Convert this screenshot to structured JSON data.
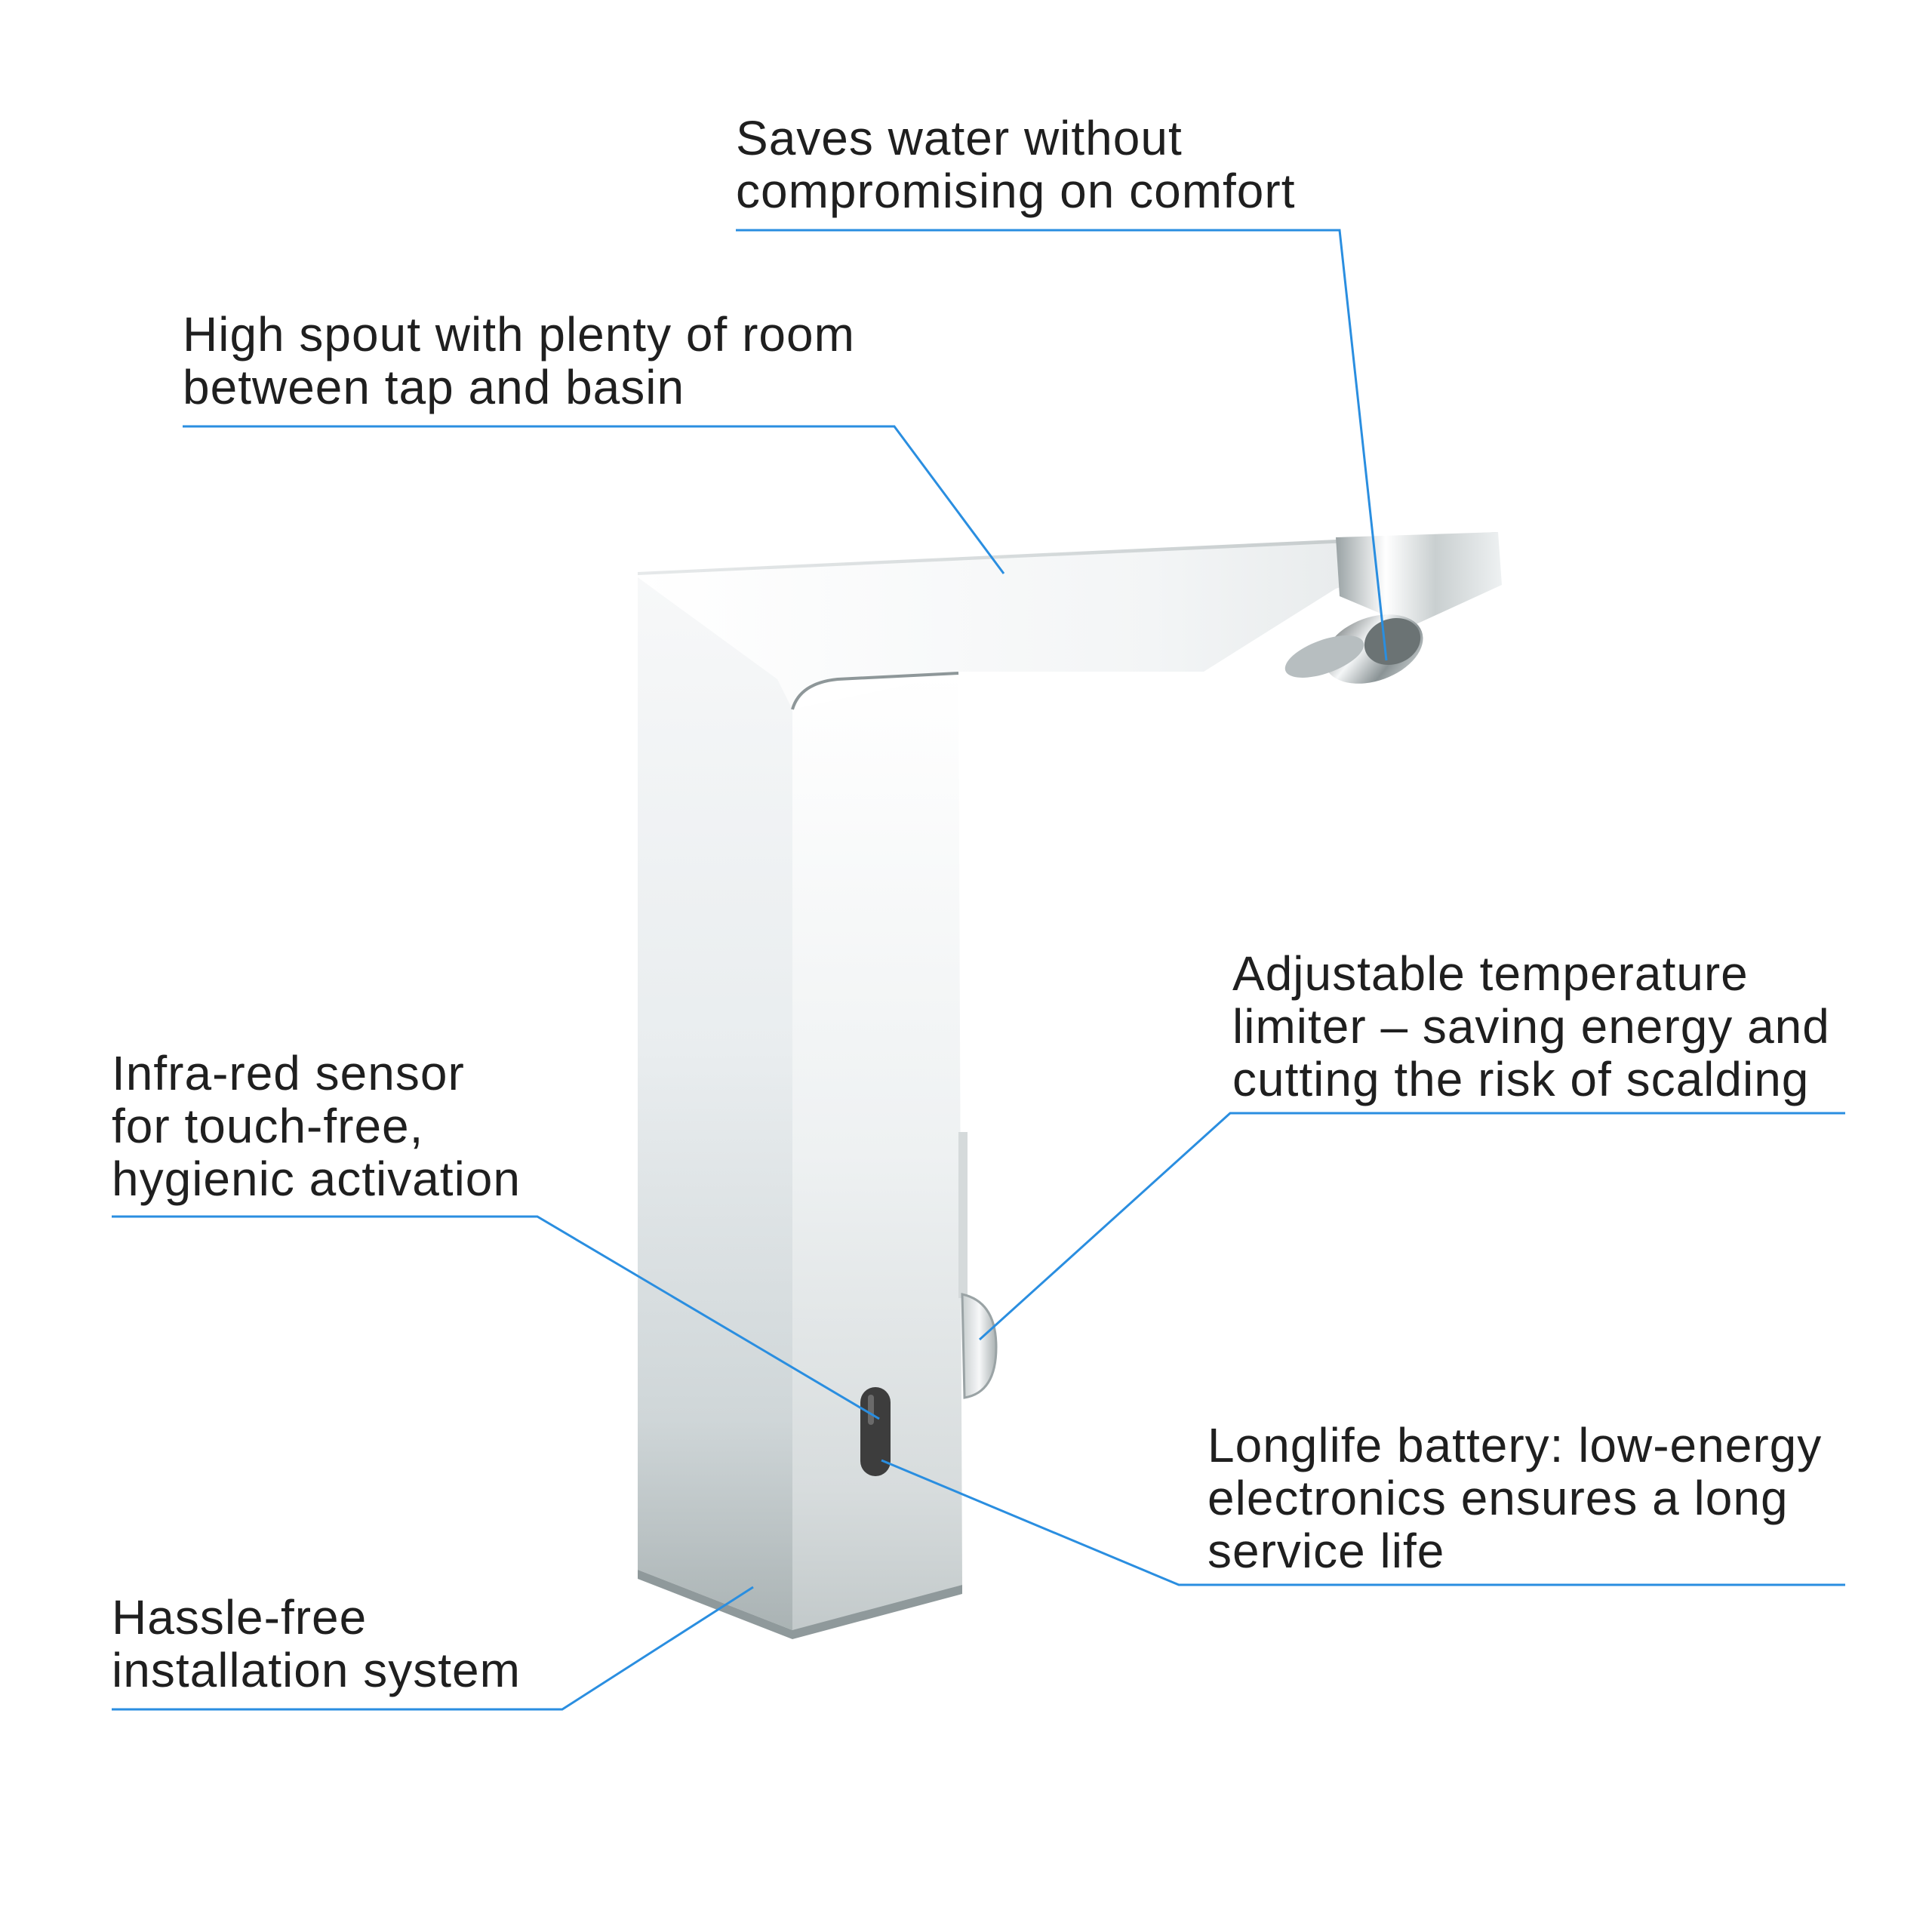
{
  "callouts": {
    "water_saving": {
      "lines": [
        "Saves water without",
        "compromising on comfort"
      ]
    },
    "high_spout": {
      "lines": [
        "High spout with plenty of room",
        "between tap and basin"
      ]
    },
    "temperature_limiter": {
      "lines": [
        "Adjustable temperature",
        "limiter – saving energy and",
        "cutting the risk of scalding"
      ]
    },
    "infrared_sensor": {
      "lines": [
        "Infra-red sensor",
        "for touch-free,",
        "hygienic activation"
      ]
    },
    "battery": {
      "lines": [
        "Longlife battery: low-energy",
        "electronics ensures a long",
        "service life"
      ]
    },
    "installation": {
      "lines": [
        "Hassle-free",
        "installation system"
      ]
    }
  },
  "colors": {
    "leader_line": "#2a8ee0",
    "text": "#1f1f1f",
    "sensor_window": "#3d3d3d"
  }
}
